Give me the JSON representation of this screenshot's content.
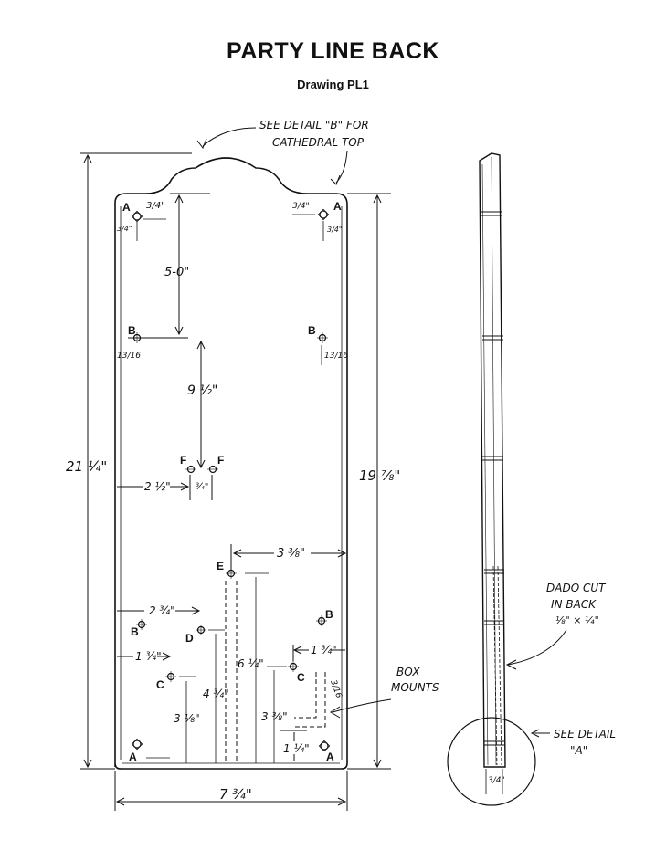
{
  "title": "PARTY LINE BACK",
  "subtitle": "Drawing PL1",
  "notes": {
    "detail_b": "SEE DETAIL \"B\" FOR",
    "detail_b_2": "CATHEDRAL TOP",
    "box_mounts": "BOX",
    "box_mounts_2": "MOUNTS",
    "dado": "DADO CUT",
    "dado_2": "IN BACK",
    "dado_3": "⅛\" × ¼\"",
    "detail_a": "SEE DETAIL",
    "detail_a_2": "\"A\""
  },
  "dimensions": {
    "overall_height": "21 ¼\"",
    "side_height": "19 ⅞\"",
    "overall_width": "7 ¾\"",
    "five_o": "5-0\"",
    "nine_half": "9 ½\"",
    "two_half": "2 ½\"",
    "three_quarter": "¾\"",
    "three_three_eighth": "3 ⅜\"",
    "two_three_quarter": "2 ¾\"",
    "one_three_quarter": "1 ¾\"",
    "six_quarter": "6 ¼\"",
    "four_three_quarter": "4 ¾\"",
    "three_eighth_a": "3 ⅛\"",
    "three_eighth_b": "3 ⅜\"",
    "one_quarter": "1 ¼\"",
    "three_sixteenth": "3/16",
    "thirteen_sixteenth": "13/16",
    "tl_quarter": "3/4\"",
    "side_thick": "3/4\""
  },
  "hole_labels": {
    "a": "A",
    "b": "B",
    "c": "C",
    "d": "D",
    "e": "E",
    "f": "F"
  }
}
